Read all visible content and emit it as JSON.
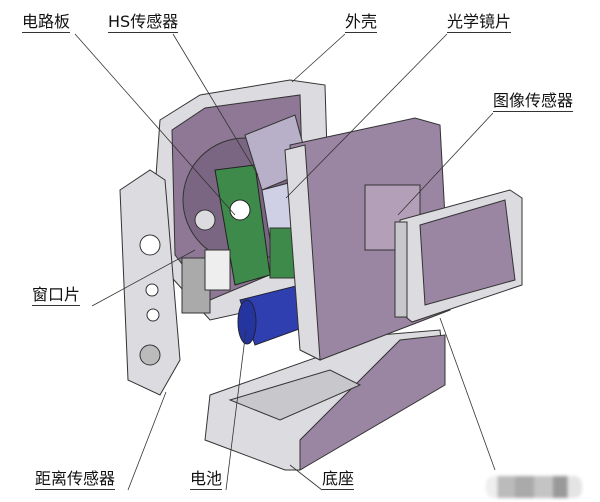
{
  "labels": {
    "circuit_board": "电路板",
    "hs_sensor": "HS传感器",
    "housing": "外壳",
    "optical_lens": "光学镜片",
    "image_sensor": "图像传感器",
    "window_piece": "窗口片",
    "distance_sensor": "距离传感器",
    "battery": "电池",
    "base": "底座"
  },
  "colors": {
    "purple": "#9a85a3",
    "grey": "#dcdce0",
    "green": "#3d8a4a",
    "blue": "#2f3fb0"
  }
}
